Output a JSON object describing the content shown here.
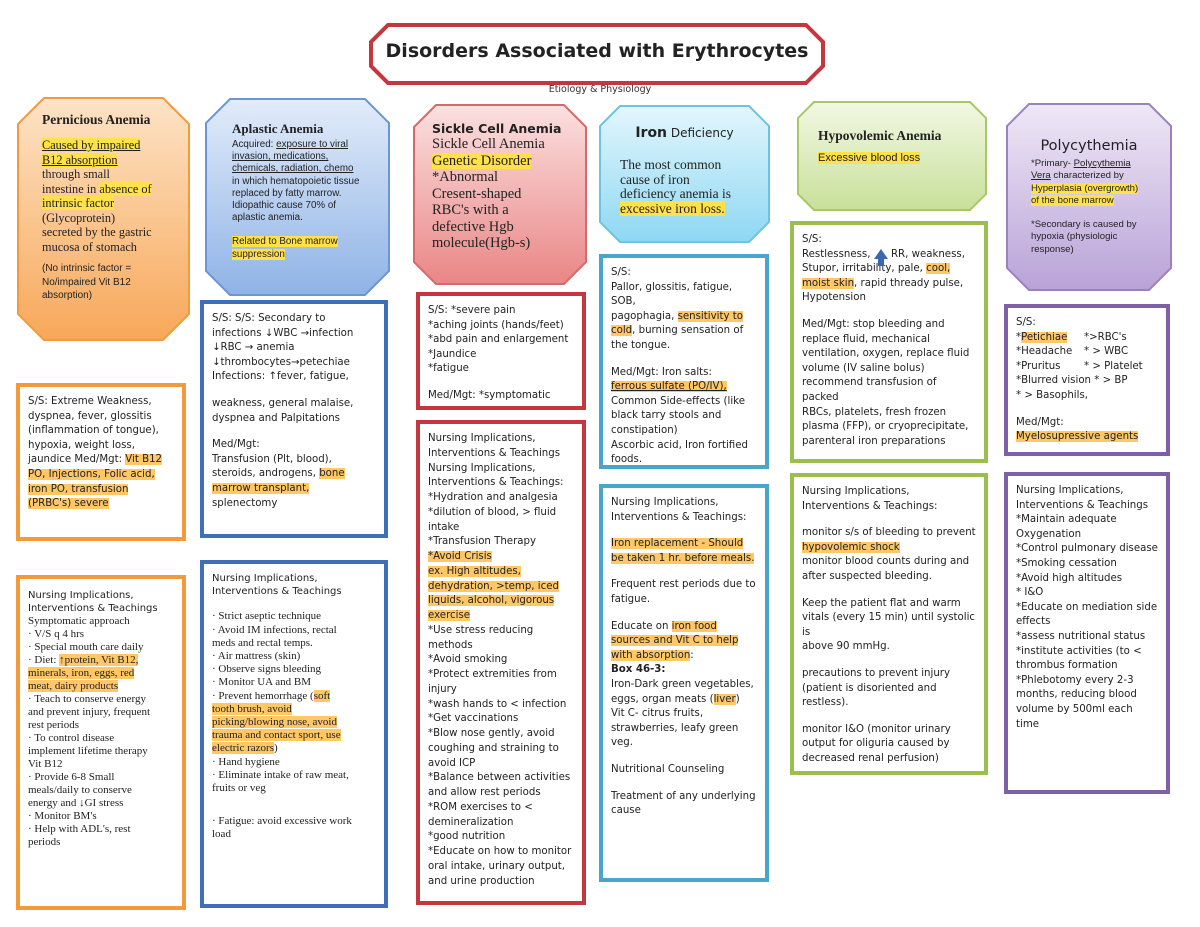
{
  "header": {
    "title": "Disorders Associated with Erythrocytes",
    "subtitle": "Etiology & Physiology"
  },
  "colors": {
    "red": "#c4373f",
    "orange": "#f39a3c",
    "blue": "#3e6fb8",
    "green": "#9bbe4e",
    "purple": "#7f5fa6",
    "cyan": "#4aa6c9",
    "highlight": "#ffe14a"
  },
  "pernicious": {
    "title": "Pernicious Anemia",
    "etiology": {
      "l1": "Caused by impaired",
      "l2": "B12 absorption",
      "l3": "through small",
      "l4a": "intestine in ",
      "l4b": "absence of",
      "l5": "intrinsic factor",
      "l6": "(Glycoprotein)",
      "l7": "secreted by the gastric",
      "l8": "mucosa of stomach",
      "n1": "(No intrinsic factor =",
      "n2": "No/impaired  Vit B12",
      "n3": "absorption)"
    },
    "ss": {
      "l1": "S/S: Extreme Weakness,",
      "l2": "dyspnea, fever, glossitis",
      "l3": "(inflammation of tongue),",
      "l4": "hypoxia, weight loss,",
      "l5a": "jaundice  Med/Mgt: ",
      "l5b": "Vit B12",
      "l6": "PO,  Injections, Folic acid,",
      "l7": "iron PO, transfusion",
      "l8": "(PRBC's) severe"
    },
    "nursing": {
      "l1": "Nursing Implications,",
      "l2": "Interventions & Teachings",
      "l3": "Symptomatic approach",
      "l4": "· V/S q 4 hrs",
      "l5": "·  Special mouth care daily",
      "l6a": "·  Diet: ",
      "l6b": "↑protein, Vit B12,",
      "l7": "minerals, iron, eggs, red",
      "l8": "meat, dairy products",
      "l9": "·  Teach to conserve energy",
      "l10": "and prevent injury, frequent",
      "l11": "rest periods",
      "l12": "·  To control disease",
      "l13": "implement lifetime therapy",
      "l14": "Vit B12",
      "l15": "·  Provide 6-8 Small",
      "l16": "meals/daily to conserve",
      "l17": "energy  and ↓GI stress",
      "l18": "· Monitor BM's",
      "l19": "·  Help with ADL's, rest",
      "l20": "periods"
    }
  },
  "aplastic": {
    "title": "Aplastic Anemia",
    "etiology": {
      "l1a": "Acquired: ",
      "l1b": "exposure to viral",
      "l2": "invasion, medications,",
      "l3": "chemicals, radiation, chemo",
      "l4": "in which hematopoietic tissue",
      "l5": "replaced by fatty marrow.",
      "l6": "Idiopathic cause 70% of",
      "l7": "aplastic anemia.",
      "h1": "Related to Bone marrow",
      "h2": "suppression"
    },
    "ss": {
      "l1": "S/S: S/S: Secondary to",
      "l2": "infections ↓WBC →infection",
      "l3": "↓RBC →  anemia",
      "l4": "↓thrombocytes→petechiae",
      "l5": "Infections: ↑fever, fatigue,",
      "l6": "weakness, general malaise,",
      "l7": "dyspnea and Palpitations",
      "l8": "Med/Mgt:",
      "l9": "Transfusion (Plt, blood),",
      "l10a": "steroids,  androgens, ",
      "l10b": "bone",
      "l11": "marrow transplant,",
      "l12": "splenectomy"
    },
    "nursing": {
      "l1": "Nursing Implications,",
      "l2": "Interventions & Teachings",
      "l3": "· Strict aseptic technique",
      "l4": "·  Avoid IM infections, rectal",
      "l5": "meds and rectal temps.",
      "l6": "·  Air mattress (skin)",
      "l7": "·  Observe signs bleeding",
      "l8": "·  Monitor UA and BM",
      "l9a": "·  Prevent hemorrhage (",
      "l9b": "soft",
      "l10": "tooth brush, avoid",
      "l11": "picking/blowing nose, avoid",
      "l12": "trauma and contact sport, use",
      "l13": "electric razors",
      "l13b": ")",
      "l14": "·  Hand hygiene",
      "l15": "·  Eliminate intake of raw meat,",
      "l16": "fruits or veg",
      "l17": "·  Fatigue: avoid excessive work",
      "l18": "load"
    }
  },
  "sickle": {
    "title": "Sickle Cell Anemia",
    "etiology": {
      "l1": "Sickle Cell Anemia",
      "l2": "Genetic Disorder",
      "l3": "*Abnormal",
      "l4": "Cresent-shaped",
      "l5": "RBC's with a",
      "l6": "defective Hgb",
      "l7": "molecule(Hgb-s)"
    },
    "ss": {
      "l1": "S/S: *severe pain",
      "l2": "*aching joints (hands/feet)",
      "l3": "*abd pain and enlargement",
      "l4": "*Jaundice",
      "l5": "*fatigue",
      "l6": "Med/Mgt: *symptomatic"
    },
    "nursing": {
      "l1": "Nursing Implications,",
      "l2": "Interventions & Teachings",
      "l3": "Nursing Implications,",
      "l4": "Interventions & Teachings:",
      "l5": "*Hydration and analgesia",
      "l6": "*dilution of blood, > fluid",
      "l7": "intake",
      "l8": "*Transfusion Therapy",
      "l9": "*Avoid Crisis",
      "l10": "ex. High altitudes,",
      "l11": "dehydration, >temp, iced",
      "l12": "liquids, alcohol, vigorous",
      "l13": "exercise",
      "l14": "*Use stress reducing",
      "l15": "methods",
      "l16": "*Avoid smoking",
      "l17": "*Protect extremities from",
      "l18": "injury",
      "l19": "*wash hands to < infection",
      "l20": "*Get vaccinations",
      "l21": "*Blow nose gently, avoid",
      "l22": "coughing and straining to",
      "l23": "avoid ICP",
      "l24": "*Balance between activities",
      "l25": "and allow rest periods",
      "l26": "*ROM exercises to <",
      "l27": "demineralization",
      "l28": "*good nutrition",
      "l29": "*Educate on how to monitor",
      "l30": "oral intake, urinary output,",
      "l31": "and urine production"
    }
  },
  "iron": {
    "title_a": "Iron",
    "title_b": " Deficiency",
    "etiology": {
      "l1": "The most common",
      "l2": "cause of iron",
      "l3": "deficiency anemia is",
      "l4": "excessive iron loss."
    },
    "ss": {
      "l1": "S/S:",
      "l2": "Pallor, glossitis, fatigue, SOB,",
      "l3a": "pagophagia, ",
      "l3b": "sensitivity to",
      "l4a": "cold",
      "l4b": ", burning sensation of",
      "l5": "the tongue.",
      "l6": "Med/Mgt:  Iron salts:",
      "l7": "ferrous sulfate (PO/IV),",
      "l8": "Common Side-effects (like",
      "l9": "black tarry stools and",
      "l10": "constipation)",
      "l11": " Ascorbic acid, Iron fortified",
      "l12": "foods."
    },
    "nursing": {
      "l1": "Nursing Implications,",
      "l2": "Interventions & Teachings:",
      "l3": "Iron replacement - Should",
      "l4": "be taken 1 hr. before meals.",
      "l5": "Frequent rest periods due to",
      "l6": "fatigue.",
      "l7a": "Educate on ",
      "l7b": "iron food",
      "l8": "sources and Vit C to help",
      "l9a": "with absorption",
      "l9b": ":",
      "l10": "Box 46-3:",
      "l11": "Iron-Dark green vegetables,",
      "l12a": "eggs, organ meats (",
      "l12b": "liver",
      "l12c": ")",
      "l13": "Vit C- citrus fruits,",
      "l14": "strawberries, leafy green",
      "l15": "veg.",
      "l16": "Nutritional Counseling",
      "l17": "Treatment of any underlying",
      "l18": "cause"
    }
  },
  "hypovolemic": {
    "title": "Hypovolemic Anemia",
    "etiology": {
      "l1": "Excessive blood loss"
    },
    "ss": {
      "l1": "S/S:",
      "l2a": "Restlessness, ",
      "l2b": " RR, weakness,",
      "l3a": "Stupor, irritability, pale, ",
      "l3b": "cool,",
      "l4a": "moist skin",
      "l4b": ", rapid thready pulse,",
      "l5": "Hypotension",
      "l6": "Med/Mgt: stop bleeding and",
      "l7": "replace fluid, mechanical",
      "l8": "ventilation, oxygen, replace fluid",
      "l9": "volume (IV saline bolus)",
      "l10": "recommend transfusion of packed",
      "l11": "RBCs, platelets, fresh frozen",
      "l12": "plasma (FFP), or cryoprecipitate,",
      "l13": "parenteral iron preparations"
    },
    "nursing": {
      "l1": "Nursing Implications,",
      "l2": "Interventions & Teachings:",
      "l3": "monitor s/s of bleeding to prevent",
      "l4": "hypovolemic shock",
      "l5": "monitor blood counts during and",
      "l6": "after suspected bleeding.",
      "l7": "Keep the patient flat and warm",
      "l8": "vitals (every 15 min) until systolic is",
      "l9": "above 90 mmHg.",
      "l10": "precautions to prevent injury",
      "l11": "(patient is disoriented and",
      "l12": "restless).",
      "l13": "monitor I&O (monitor urinary",
      "l14": "output for oliguria caused by",
      "l15": "decreased renal perfusion)"
    }
  },
  "polycythemia": {
    "title": "Polycythemia",
    "etiology": {
      "l1a": "*Primary- ",
      "l1b": "Polycythemia",
      "l2a": "Vera",
      "l2b": " characterized by",
      "l3": "Hyperplasia (overgrowth)",
      "l4": "of the bone marrow",
      "l5": "*Secondary is caused by",
      "l6": "hypoxia (physiologic",
      "l7": "response)"
    },
    "ss": {
      "l1": "S/S:",
      "l2a": "Petichiae",
      "l2b": "*>RBC's",
      "l3a": "*Headache",
      "l3b": "* > WBC",
      "l4a": "*Pruritus",
      "l4b": "* > Platelet",
      "l5": "*Blurred vision * > BP",
      "l6": "* > Basophils,",
      "l7": "Med/Mgt:",
      "l8": "Myelosupressive agents"
    },
    "nursing": {
      "l1": "Nursing Implications,",
      "l2": "Interventions & Teachings",
      "l3": "*Maintain adequate",
      "l4": "Oxygenation",
      "l5": "*Control pulmonary disease",
      "l6": "*Smoking cessation",
      "l7": "*Avoid high altitudes",
      "l8": "* I&O",
      "l9": "*Educate on mediation side",
      "l10": "effects",
      "l11": "*assess nutritional status",
      "l12": "*institute activities (to <",
      "l13": "thrombus formation",
      "l14": "*Phlebotomy every 2-3",
      "l15": "months, reducing blood",
      "l16": "volume by 500ml each time"
    }
  }
}
